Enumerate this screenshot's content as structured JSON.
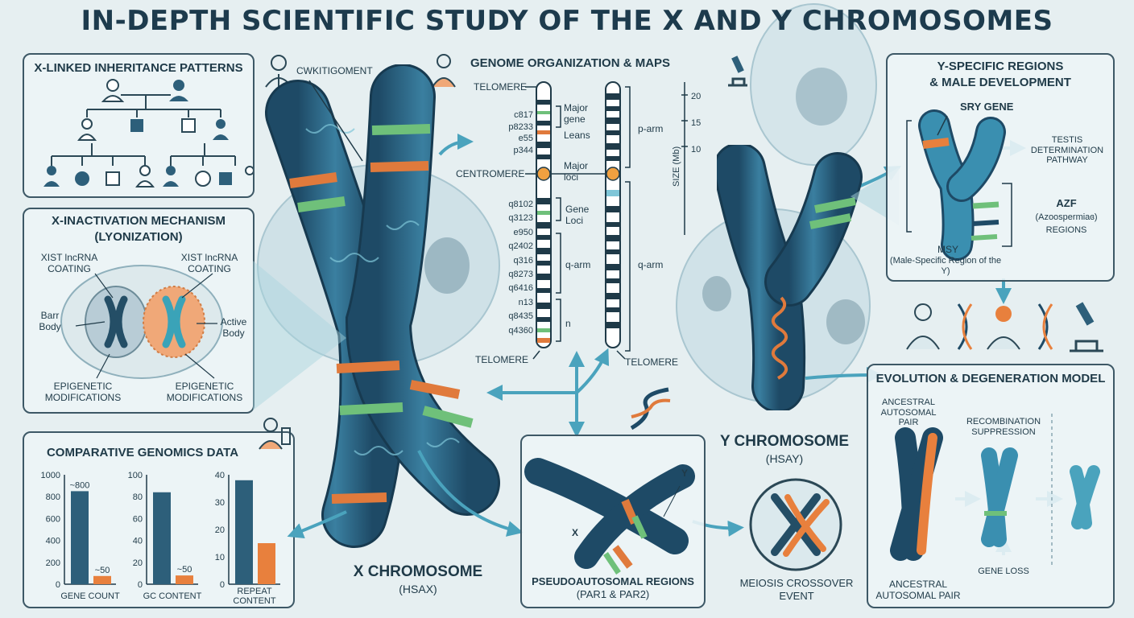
{
  "title": "IN-DEPTH SCIENTIFIC STUDY OF THE X AND Y CHROMOSOMES",
  "x_linked": {
    "title": "X-LINKED INHERITANCE PATTERNS"
  },
  "inactivation": {
    "title_line1": "X-INACTIVATION MECHANISM",
    "title_line2": "(LYONIZATION)",
    "xist_left": "XIST lncRNA COATING",
    "xist_right": "XIST lncRNA COATING",
    "barr": "Barr Body",
    "active": "Active Body",
    "epi_left": "EPIGENETIC MODIFICATIONS",
    "epi_right": "EPIGENETIC MODIFICATIONS"
  },
  "comparative": {
    "title": "COMPARATIVE GENOMICS DATA",
    "colors": {
      "x": "#2d5f7a",
      "y": "#e8803d"
    }
  },
  "chart_data": [
    {
      "type": "bar",
      "xlabel": "GENE COUNT",
      "ylim": [
        0,
        1000
      ],
      "ticks": [
        "1000",
        "800",
        "600",
        "400",
        "200",
        "0"
      ],
      "values": [
        850,
        75
      ],
      "data_labels": [
        "~800",
        "~50"
      ]
    },
    {
      "type": "bar",
      "xlabel": "GC CONTENT",
      "ylim": [
        0,
        100
      ],
      "ticks": [
        "100",
        "80",
        "60",
        "40",
        "20",
        "0"
      ],
      "values": [
        84,
        8
      ],
      "data_labels": [
        "",
        "~50"
      ]
    },
    {
      "type": "bar",
      "xlabel": "REPEAT CONTENT",
      "ylim": [
        0,
        40
      ],
      "ticks": [
        "40",
        "30",
        "20",
        "10",
        "0"
      ],
      "values": [
        38,
        15
      ],
      "data_labels": [
        "",
        ""
      ]
    }
  ],
  "x_chrom": {
    "callout": "CWKITIGOMENT",
    "name": "X CHROMOSOME",
    "code": "(HSAX)"
  },
  "genome": {
    "title": "GENOME ORGANIZATION & MAPS",
    "telomere_top": "TELOMERE",
    "centromere": "CENTROMERE",
    "telomere_bottom_left": "TELOMERE",
    "telomere_bottom_right": "TELOMERE",
    "band_labels_upper": [
      "c817",
      "p8233",
      "e55",
      "p344"
    ],
    "band_labels_lower": [
      "q8102",
      "q3123",
      "e950",
      "q2402",
      "q316",
      "q8273",
      "q6416",
      "n13",
      "q8435",
      "q4360"
    ],
    "major_gene": "Major gene",
    "leans": "Leans",
    "major_loci": "Major loci",
    "gene_loci": "Gene Loci",
    "q_arm_left": "q-arm",
    "n_label": "n",
    "p_arm": "p-arm",
    "q_arm_right": "q-arm",
    "size_axis_label": "SIZE (Mb)",
    "size_ticks": [
      "20",
      "15",
      "10"
    ]
  },
  "y_specific": {
    "title_line1": "Y-SPECIFIC REGIONS",
    "title_line2": "& MALE DEVELOPMENT",
    "sry": "SRY GENE",
    "testis": "TESTIS DETERMINATION PATHWAY",
    "azf_title": "AZF",
    "azf_sub": "(Azoospermiaɞ)",
    "azf_regions": "REGIONS",
    "msy": "MSY",
    "msy_sub": "(Male-Specific Region of the Y)"
  },
  "y_chrom": {
    "name": "Y CHROMOSOME",
    "code": "(HSAY)"
  },
  "par": {
    "title_line1": "PSEUDOAUTOSOMAL REGIONS",
    "title_line2": "(PAR1 & PAR2)",
    "x_label": "X",
    "y_label": "Y"
  },
  "meiosis": {
    "line1": "MEIOSIS CROSSOVER",
    "line2": "EVENT"
  },
  "evolution": {
    "title": "EVOLUTION & DEGENERATION MODEL",
    "ancestral_top": "ANCESTRAL AUTOSOMAL PAIR",
    "recomb": "RECOMBINATION SUPPRESSION",
    "gene_loss": "GENE LOSS",
    "ancestral_bottom": "ANCESTRAL AUTOSOMAL PAIR"
  }
}
